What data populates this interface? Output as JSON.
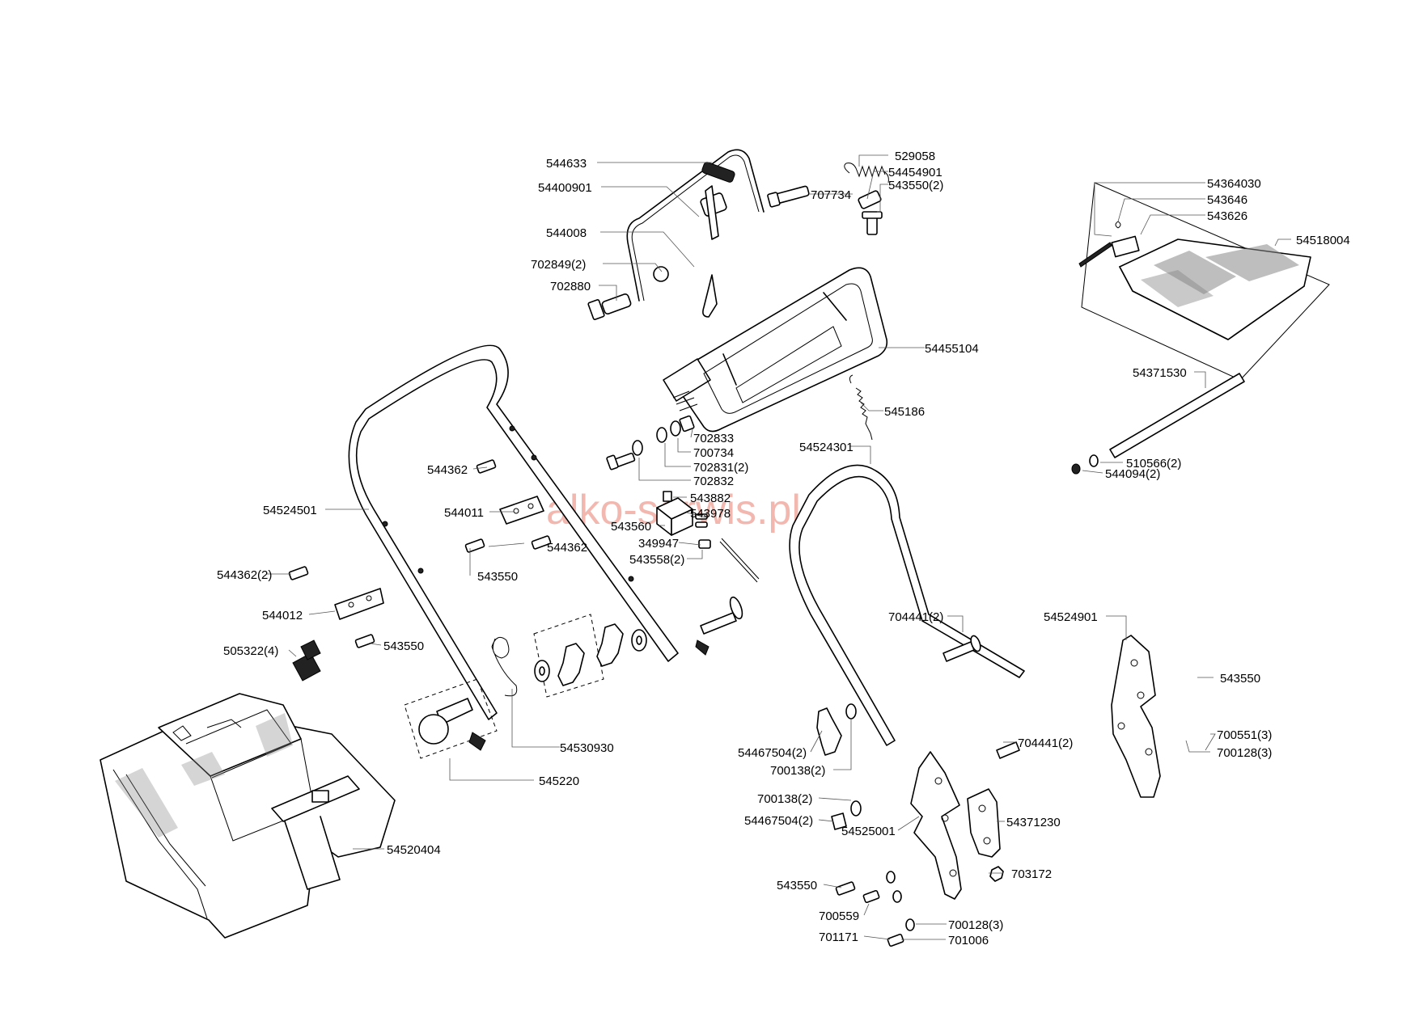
{
  "watermark": "alko-serwis.pl",
  "labels": {
    "p544633": "544633",
    "p54400901": "54400901",
    "p544008": "544008",
    "p702849": "702849(2)",
    "p702880": "702880",
    "p529058": "529058",
    "p54454901": "54454901",
    "p543550_2": "543550(2)",
    "p707734": "707734",
    "p54364030": "54364030",
    "p543646": "543646",
    "p543626": "543626",
    "p54518004": "54518004",
    "p54455104": "54455104",
    "p54371530": "54371530",
    "p545186": "545186",
    "p702833": "702833",
    "p700734": "700734",
    "p702831": "702831(2)",
    "p702832": "702832",
    "p544362_a": "544362",
    "p54524301": "54524301",
    "p510566": "510566(2)",
    "p544094": "544094(2)",
    "p54524501": "54524501",
    "p544011": "544011",
    "p543882": "543882",
    "p543560": "543560",
    "p543978": "543978",
    "p349947": "349947",
    "p543558": "543558(2)",
    "p544362_b": "544362",
    "p543550_a": "543550",
    "p544362_2": "544362(2)",
    "p544012": "544012",
    "p704441_a": "704441(2)",
    "p54524901": "54524901",
    "p505322": "505322(4)",
    "p543550_b": "543550",
    "p543550_c": "543550",
    "p54530930": "54530930",
    "p54467504_a": "54467504(2)",
    "p704441_b": "704441(2)",
    "p700551": "700551(3)",
    "p700128_a": "700128(3)",
    "p700138_a": "700138(2)",
    "p545220": "545220",
    "p700138_b": "700138(2)",
    "p54371230": "54371230",
    "p54467504_b": "54467504(2)",
    "p54525001": "54525001",
    "p54520404": "54520404",
    "p543550_d": "543550",
    "p703172": "703172",
    "p700559": "700559",
    "p700128_b": "700128(3)",
    "p701171": "701171",
    "p701006": "701006"
  }
}
